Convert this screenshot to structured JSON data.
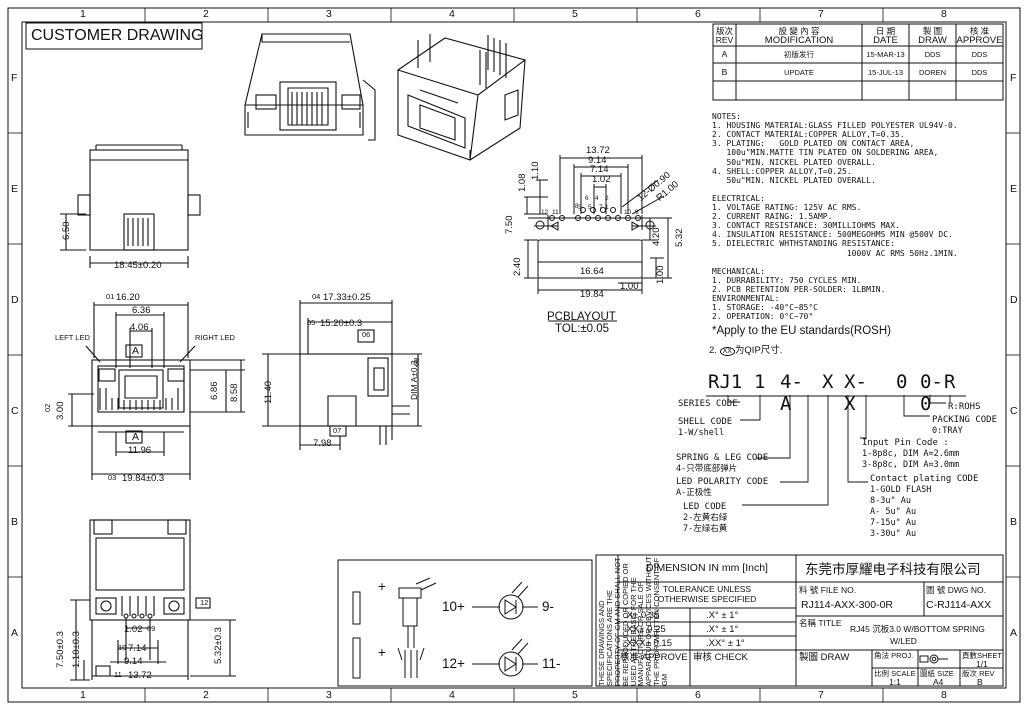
{
  "title": "CUSTOMER DRAWING",
  "grid": {
    "columns": [
      "1",
      "2",
      "3",
      "4",
      "5",
      "6",
      "7",
      "8"
    ],
    "rows": [
      "F",
      "E",
      "D",
      "C",
      "B",
      "A"
    ]
  },
  "revision_table": {
    "headers": [
      {
        "cn": "版次",
        "en": "REV"
      },
      {
        "cn": "設 變 內 容",
        "en": "MODIFICATION"
      },
      {
        "cn": "日 期",
        "en": "DATE"
      },
      {
        "cn": "製 圖",
        "en": "DRAW"
      },
      {
        "cn": "核 准",
        "en": "APPROVE"
      }
    ],
    "rows": [
      {
        "rev": "A",
        "mod": "初版发行",
        "date": "15-MAR-13",
        "draw": "DDS",
        "approve": "DDS"
      },
      {
        "rev": "B",
        "mod": "UPDATE",
        "date": "15-JUL-13",
        "draw": "DOREN",
        "approve": "DDS"
      }
    ]
  },
  "notes": [
    "NOTES:",
    "1. HOUSING MATERIAL:GLASS FILLED POLYESTER UL94V-0.",
    "2. CONTACT MATERIAL:COPPER ALLOY,T=0.35.",
    "3. PLATING:   GOLD PLATED ON CONTACT AREA,",
    "   100u\"MIN.MATTE TIN PLATED ON SOLDERING AREA,",
    "   50u\"MIN. NICKEL PLATED OVERALL.",
    "4. SHELL:COPPER ALLOY,T=0.25.",
    "   50u\"MIN. NICKEL PLATED OVERALL.",
    "",
    "ELECTRICAL:",
    "1. VOLTAGE RATING: 125V AC RMS.",
    "2. CURRENT RAING: 1.5AMP.",
    "3. CONTACT RESISTANCE: 30MILLIOHMS MAX.",
    "4. INSULATION RESISTANCE: 500MEGOHMS MIN @500V DC.",
    "5. DIELECTRIC WHTHSTANDING RESISTANCE:",
    "                            1000V AC RMS 50Hz.1MIN.",
    "",
    "MECHANICAL:",
    "1. DURRABILITY: 750 CYCLES MIN.",
    "2. PCB RETENTION PER-SOLDER: 1LBMIN.",
    "ENVIRONMENTAL:",
    "1. STORAGE: -40°C~85°C",
    "2. OPERATION: 0°C~70°"
  ],
  "rohs_note": "*Apply to the EU standards(ROSH)",
  "qip_note": {
    "prefix": "2.",
    "mark": "XX",
    "text": "为QIP尺寸."
  },
  "part_code": {
    "chars": [
      "RJ1",
      "1",
      "4-A",
      "X",
      "X-X",
      "0",
      "0-0",
      "R"
    ],
    "legend": [
      {
        "id": "series",
        "lines": [
          "SERIES CODE"
        ]
      },
      {
        "id": "shell",
        "lines": [
          "SHELL CODE",
          "1-W/shell"
        ]
      },
      {
        "id": "spring",
        "lines": [
          "SPRING & LEG CODE",
          "4-只带底部弹片"
        ]
      },
      {
        "id": "polarity",
        "lines": [
          "LED POLARITY CODE",
          "A-正极性"
        ]
      },
      {
        "id": "led",
        "lines": [
          "LED CODE",
          "2-左黄右绿",
          "7-左绿右黄"
        ]
      },
      {
        "id": "rohs",
        "lines": [
          "R:ROHS"
        ]
      },
      {
        "id": "packing",
        "lines": [
          "PACKING CODE",
          "0:TRAY"
        ]
      },
      {
        "id": "input",
        "lines": [
          "Input Pin Code :",
          "1-8p8c, DIM A=2.6mm",
          "3-8p8c, DIM A=3.0mm"
        ]
      },
      {
        "id": "plating",
        "lines": [
          "Contact plating CODE",
          "1-GOLD FLASH",
          "8-3u\" Au",
          "A- 5u\" Au",
          "7-15u\" Au",
          "3-30u\" Au"
        ]
      }
    ]
  },
  "pcb": {
    "title": "PCBLAYOUT",
    "tolerance": "TOL:±0.05",
    "dims": [
      "13.72",
      "9.14",
      "7.14",
      "1.02",
      "1.08",
      "1.10",
      "12-Ø0.90",
      "R1.00",
      "7.50",
      "4.20",
      "5.32",
      "2.40",
      "16.64",
      "1.00",
      "19.84",
      "1.00"
    ],
    "pin_numbers": [
      "12",
      "11",
      "8",
      "6",
      "4",
      "2",
      "7",
      "5",
      "3",
      "1",
      "10",
      "9"
    ]
  },
  "front_view": {
    "dims": [
      "18.45±0.20",
      "6.50"
    ]
  },
  "view_c": {
    "labels": [
      "LEFT LED",
      "RIGHT LED",
      "A",
      "A"
    ],
    "dims": [
      "16.20",
      "6.36",
      "4.06",
      "3.00",
      "6.86",
      "8.58",
      "11.96",
      "19.84±0.3"
    ],
    "marks": [
      "01",
      "02",
      "03"
    ]
  },
  "side_view": {
    "dims": [
      "17.33±0.25",
      "15.20±0.3",
      "11.40",
      "7.98",
      "DIM A±0.3"
    ],
    "marks": [
      "04",
      "05",
      "06",
      "07",
      "08"
    ]
  },
  "bottom_view": {
    "dims": [
      "7.50±0.3",
      "1.10±0.3",
      "1.02",
      "7.14",
      "9.14",
      "13.72",
      "5.32±0.3"
    ],
    "marks": [
      "09",
      "10",
      "11",
      "12"
    ]
  },
  "schematic": {
    "plus": "+",
    "pins": [
      "10+",
      "9-",
      "12+",
      "11-"
    ]
  },
  "title_block": {
    "disclaimer": "THESE DRAWINGS AND SPECIFICATIONS ARE THE PROPERTY OF GM AND SHALL NOT BE REPRODUCED OR COPIED OR USED AS THE BASIS FOR THE MANUFACTURE OR SALE OF APPARATUS OR DEVICES WITHOUT THE PRIOR WRITTEN CONSENT OF GM",
    "dimension": "DIMENSION IN mm [Inch]",
    "tolerance_title": [
      "TOLERANCE UNLESS",
      "OTHERWISE SPECIFIED"
    ],
    "tolerances": [
      [
        ".X± 0.35",
        ".X° ± 1°"
      ],
      [
        ".XX± 0.25",
        ".X° ± 1°"
      ],
      [
        ".XXX± 0.15",
        ".XX° ± 1°"
      ]
    ],
    "company": "东莞市厚耀电子科技有限公司",
    "file_label": "料 號 FILE NO.",
    "file_no": "RJ114-AXX-300-0R",
    "dwg_label": "圖 號 DWG NO.",
    "dwg_no": "C-RJ114-AXX",
    "name_label": "名稱 TITLE",
    "name_value": [
      "RJ45 沉板3.0 W/BOTTOM SPRING",
      "W/LED"
    ],
    "approve": "核准 APPROVE",
    "check": "审核 CHECK",
    "draw": "製圖 DRAW",
    "proj_label": "角法 PROJ.",
    "scale_label": "比例 SCALE",
    "scale": "1:1",
    "size_label": "圖紙 SIZE",
    "size": "A4",
    "rev_label": "版次 REV",
    "rev": "B",
    "sheet_label": "頁數SHEET",
    "sheet": "1/1"
  }
}
